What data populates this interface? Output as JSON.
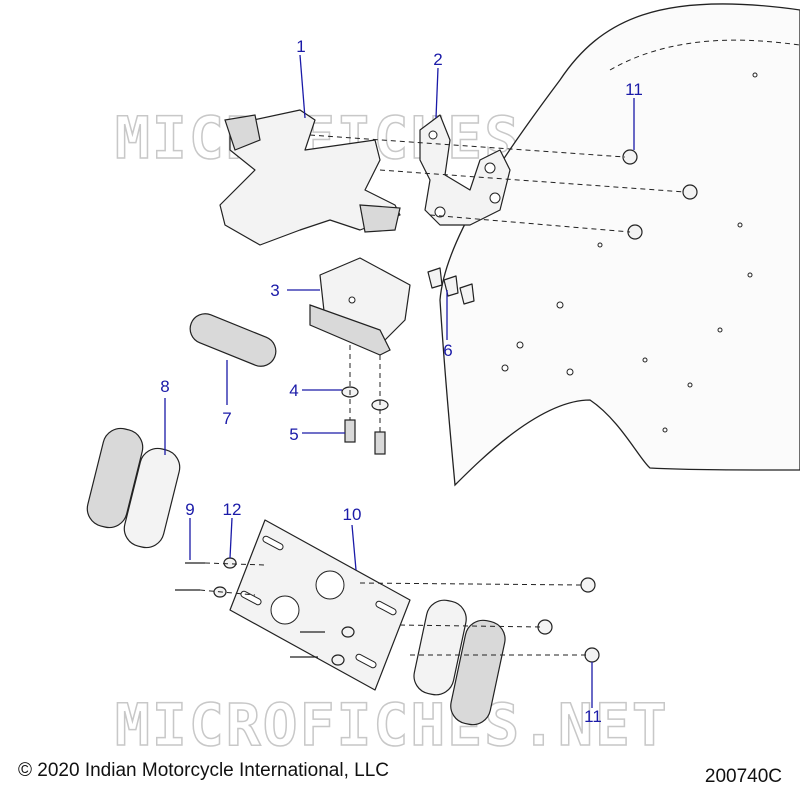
{
  "watermark": {
    "text": "MICROFICHES.NET"
  },
  "callouts": {
    "c1": "1",
    "c2": "2",
    "c3": "3",
    "c4": "4",
    "c5": "5",
    "c6": "6",
    "c7": "7",
    "c8": "8",
    "c9": "9",
    "c10": "10",
    "c11_top": "11",
    "c11_bottom": "11",
    "c12": "12"
  },
  "footer": {
    "copyright": "© 2020 Indian Motorcycle International, LLC",
    "diagram_id": "200740C"
  }
}
